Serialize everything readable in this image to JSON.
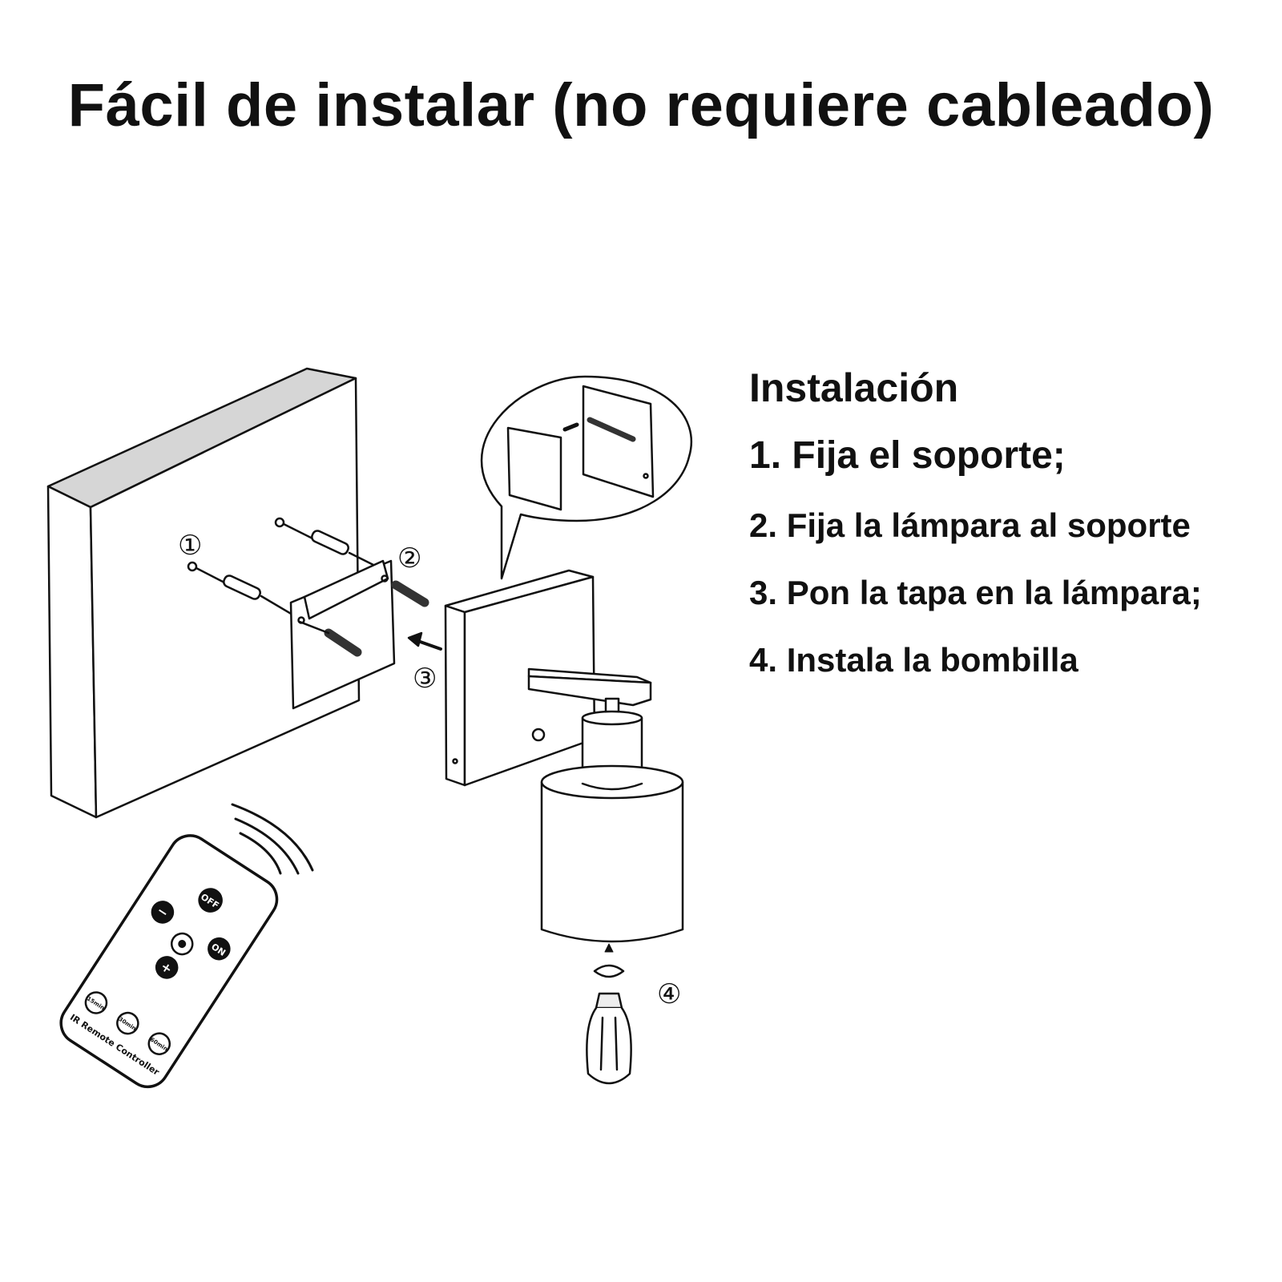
{
  "title": "Fácil de instalar (no requiere cableado)",
  "instructions": {
    "heading": "Instalación",
    "steps": [
      "1. Fija el soporte;",
      "2. Fija la lámpara al soporte",
      "3. Pon la tapa en la lámpara;",
      "4. Instala la bombilla"
    ]
  },
  "callouts": [
    "①",
    "②",
    "③",
    "④"
  ],
  "remote": {
    "buttons": [
      "OFF",
      "ON",
      "−",
      "+"
    ],
    "timers": [
      "15min",
      "30min",
      "60min"
    ],
    "label": "IR Remote Controller"
  }
}
